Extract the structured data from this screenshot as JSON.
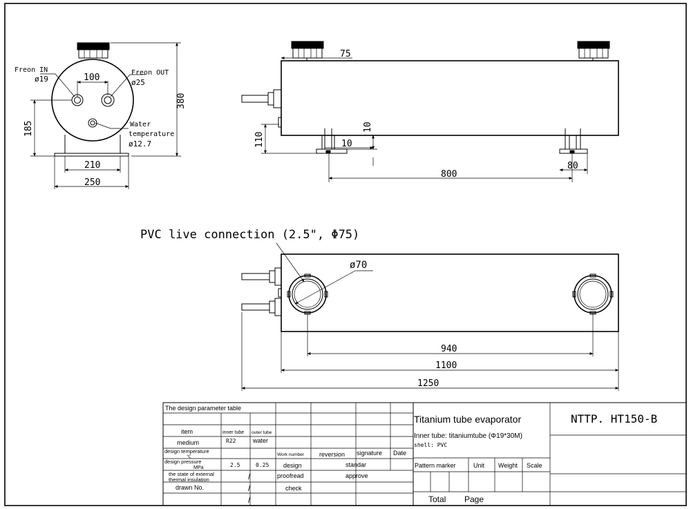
{
  "front_view": {
    "freon_in_label": "Freon IN",
    "freon_in_dia": "ø19",
    "freon_out_label": "Freon OUT",
    "freon_out_dia": "ø25",
    "water_temp_label_1": "Water",
    "water_temp_label_2": "temperature",
    "water_temp_dia": "ø12.7",
    "dim_100": "100",
    "dim_380": "380",
    "dim_185": "185",
    "dim_210": "210",
    "dim_250": "250"
  },
  "side_view": {
    "dim_75": "75",
    "dim_10_vertical": "10",
    "dim_10_horizontal": "10",
    "dim_110": "110",
    "dim_800": "800",
    "dim_80": "80"
  },
  "top_view": {
    "pvc_callout": "PVC live connection (2.5\", Φ75)",
    "dim_dia70": "ø70",
    "dim_940": "940",
    "dim_1100": "1100",
    "dim_1250": "1250"
  },
  "title_block": {
    "param_table_title": "The design parameter table",
    "row_item": "item",
    "col_inner_tube": "inner tube",
    "col_outer_tube": "outer tube",
    "row_medium": "medium",
    "medium_inner": "R22",
    "medium_outer": "water",
    "row_design_temp": "design temperature",
    "design_temp_unit": "℃",
    "row_design_pressure": "design pressure",
    "design_pressure_unit": "MPa",
    "pressure_inner": "2.5",
    "pressure_outer": "0.25",
    "row_insulation_1": "the state of external",
    "row_insulation_2": "thermal insulation",
    "row_drawn_no": "drawn No.",
    "slash": "/",
    "work_number": "Work number",
    "reversion": "reversion",
    "signature": "signature",
    "date": "Date",
    "design": "design",
    "standar": "standar",
    "proofread": "proofread",
    "approve": "approve",
    "check": "check",
    "product_title": "Titanium tube evaporator",
    "inner_tube_spec": "Inner tube: titaniumtube (Φ19*30M)",
    "shell_spec": "shell: PVC",
    "pattern_marker": "Pattern marker",
    "unit": "Unit",
    "weight": "Weight",
    "scale": "Scale",
    "total": "Total",
    "page": "Page",
    "drawing_number": "NTTP. HT150-B"
  }
}
